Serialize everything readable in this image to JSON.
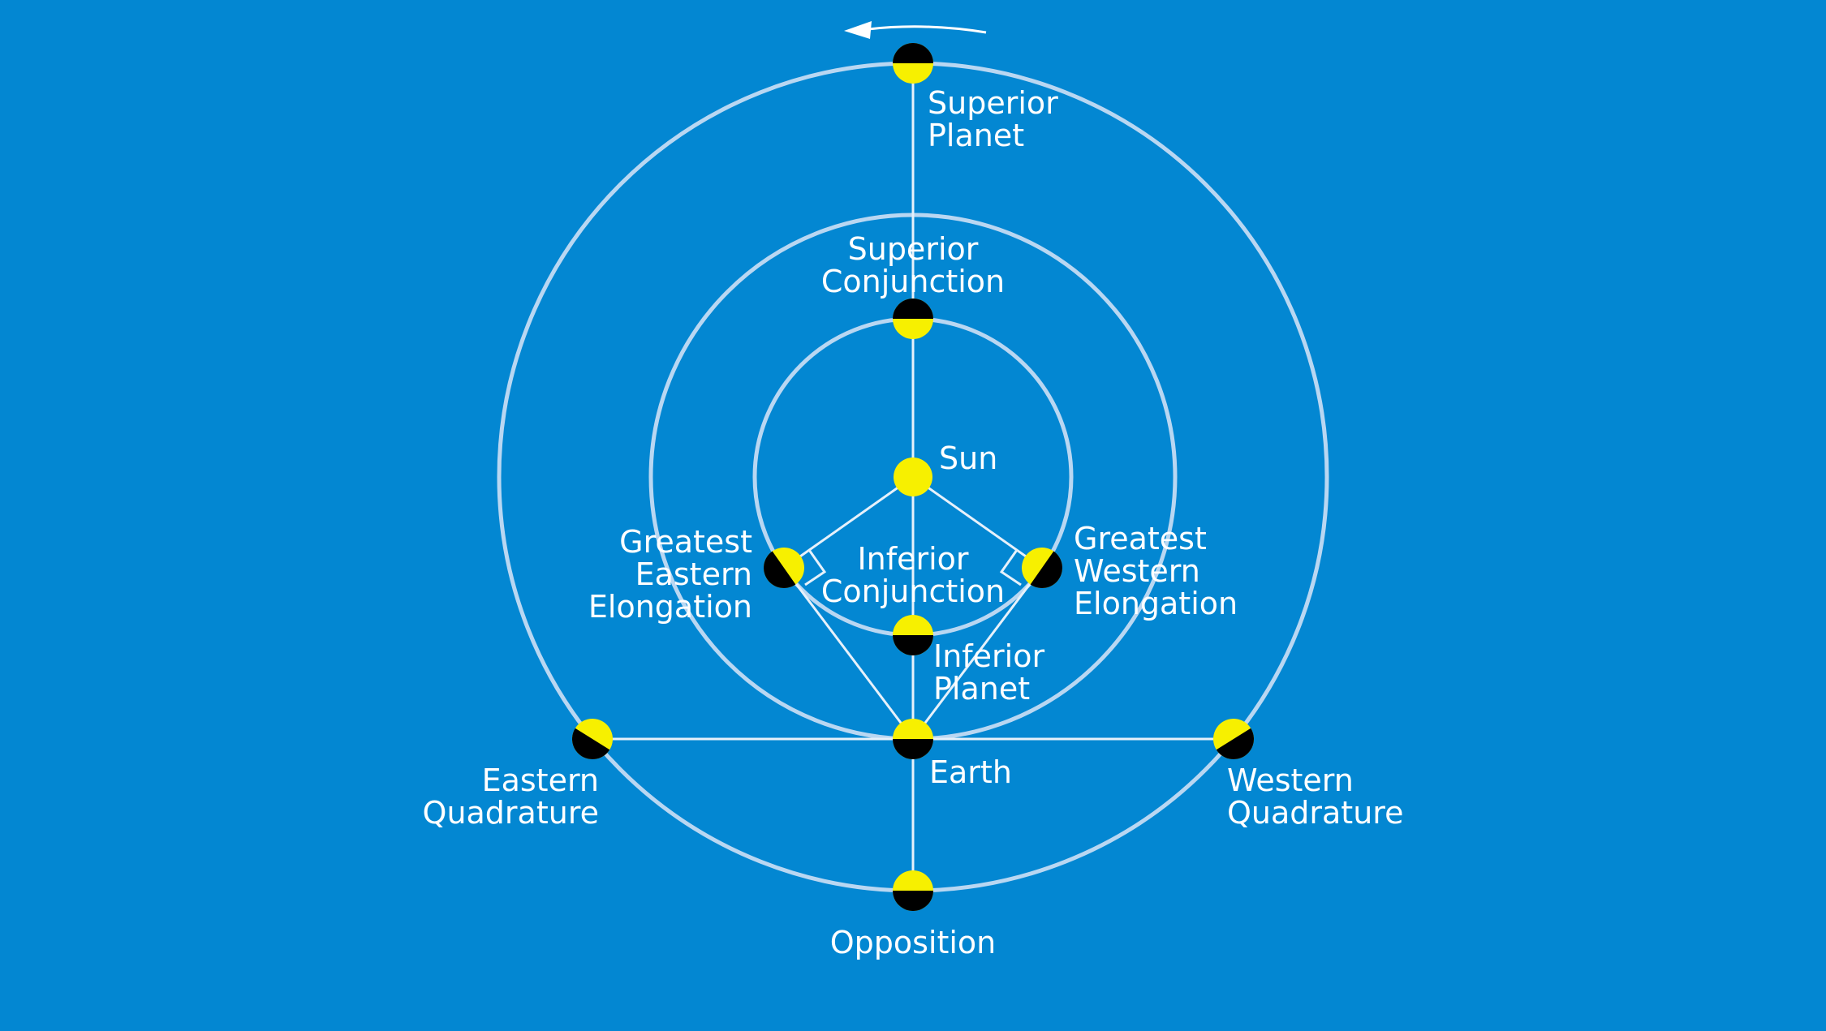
{
  "colors": {
    "background": "#0387d2",
    "orbit": "#b9d7f2",
    "line": "#e6f1fb",
    "planet_lit": "#f7f000",
    "planet_dark": "#000000",
    "text": "#ffffff"
  },
  "labels": {
    "superior_planet": [
      "Superior",
      "Planet"
    ],
    "superior_conjunction": [
      "Superior",
      "Conjunction"
    ],
    "sun": [
      "Sun"
    ],
    "greatest_eastern_elongation": [
      "Greatest",
      "Eastern",
      "Elongation"
    ],
    "greatest_western_elongation": [
      "Greatest",
      "Western",
      "Elongation"
    ],
    "inferior_conjunction": [
      "Inferior",
      "Conjunction"
    ],
    "inferior_planet": [
      "Inferior",
      "Planet"
    ],
    "earth": [
      "Earth"
    ],
    "eastern_quadrature": [
      "Eastern",
      "Quadrature"
    ],
    "western_quadrature": [
      "Western",
      "Quadrature"
    ],
    "opposition": [
      "Opposition"
    ]
  }
}
